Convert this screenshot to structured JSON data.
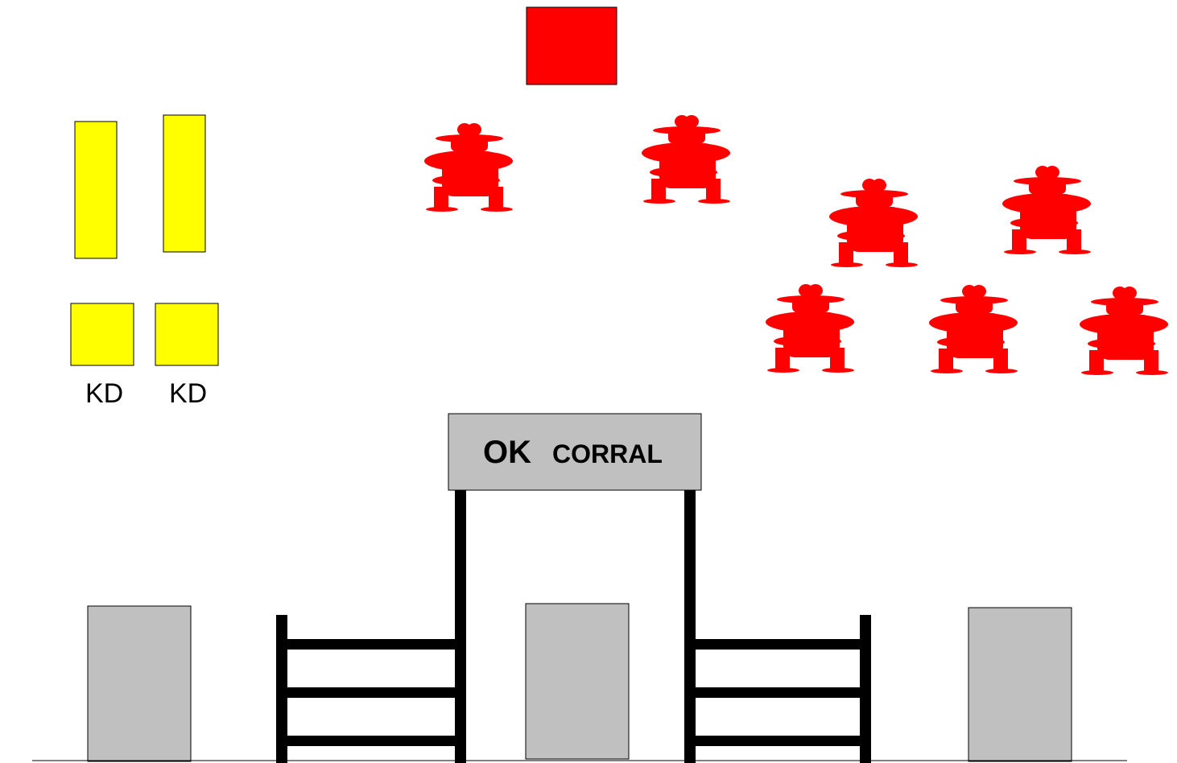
{
  "scene": {
    "background": "#ffffff",
    "colors": {
      "enemy": "#ff0000",
      "player_block": "#ffff00",
      "cover": "#c0c0c0",
      "fence": "#000000",
      "outline": "#000000"
    }
  },
  "players": {
    "labels": [
      "KD",
      "KD"
    ]
  },
  "sign": {
    "word1": "OK",
    "word2": "CORRAL"
  },
  "enemies": {
    "icon": "cowboy-figure-icon",
    "count": 7
  },
  "target": {
    "icon": "red-square"
  }
}
